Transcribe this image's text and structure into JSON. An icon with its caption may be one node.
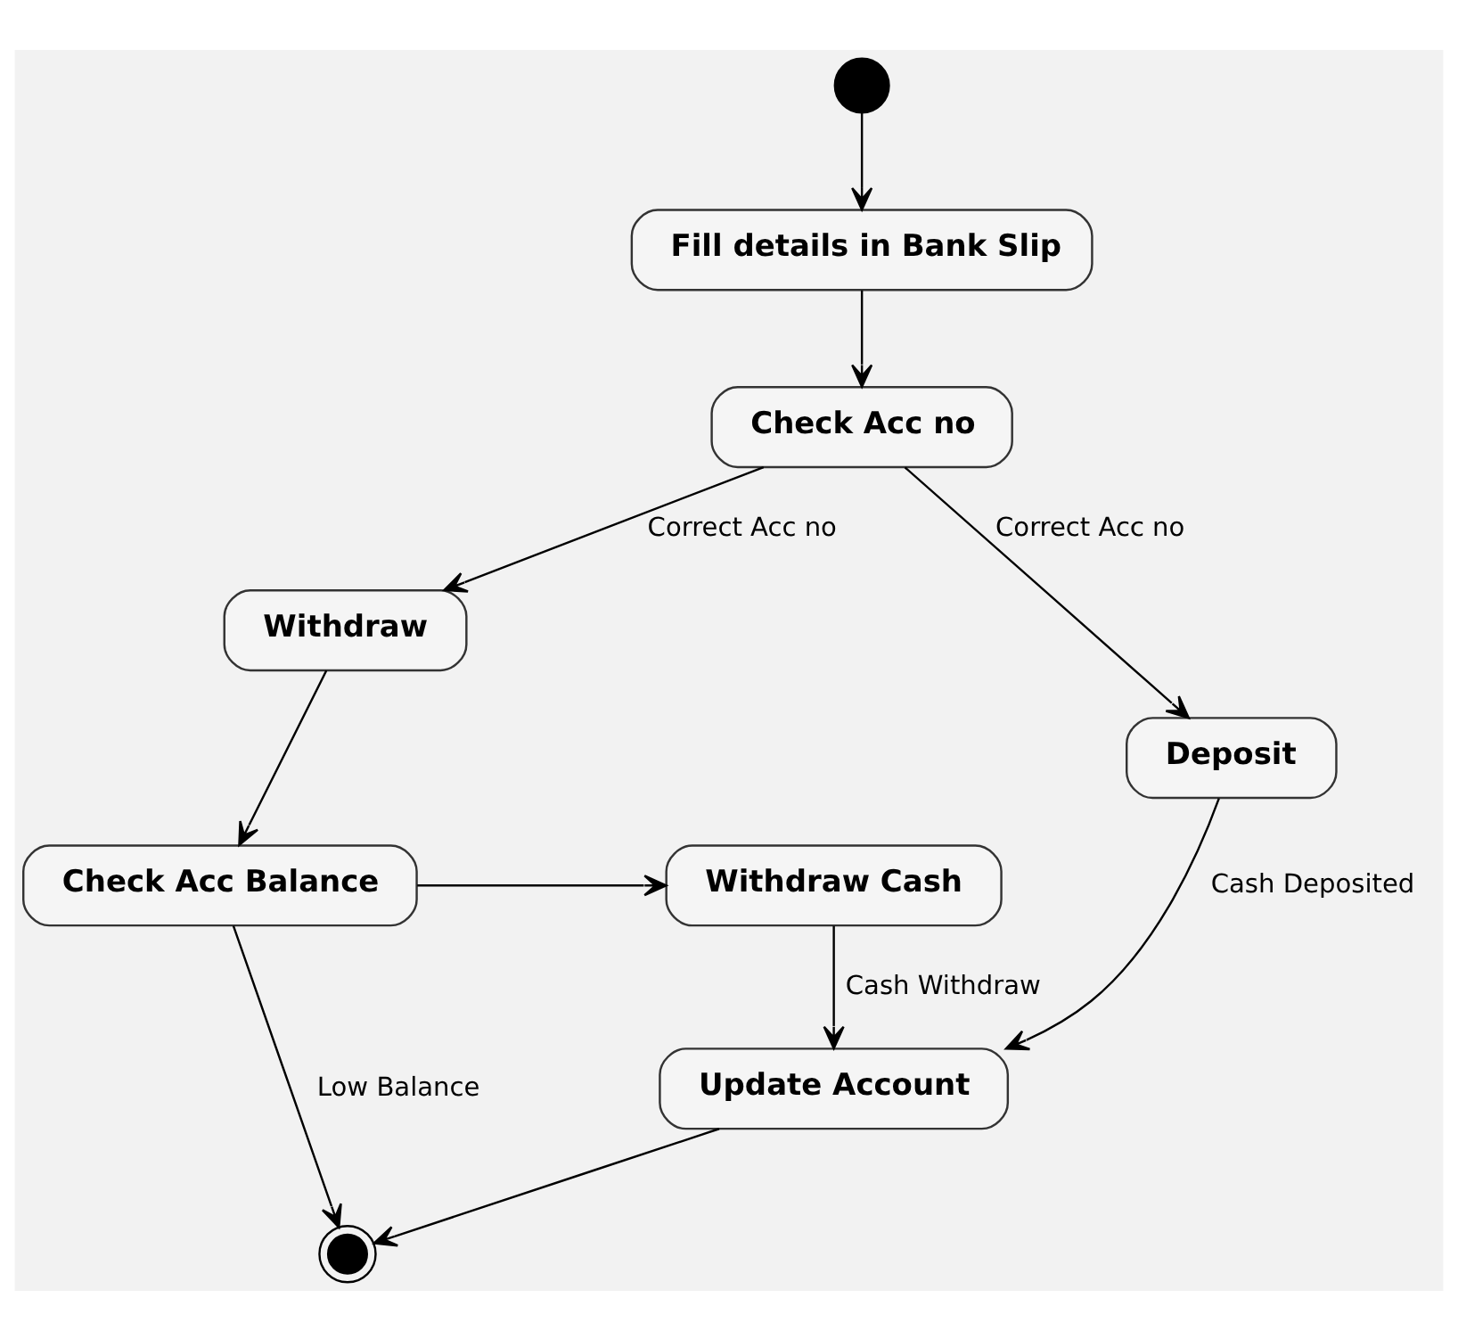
{
  "diagram": {
    "nodes": [
      {
        "text": [],
        "shape": "circle"
      },
      {
        "text": [
          "Fill details in Bank Slip"
        ]
      },
      {
        "text": [
          "Check Acc no"
        ]
      },
      {
        "text": [
          "Deposit"
        ]
      },
      {
        "text": [
          "Withdraw"
        ]
      },
      {
        "text": [
          "Withdraw Cash"
        ]
      },
      {
        "text": [
          "Check Acc Balance"
        ]
      },
      {
        "text": [
          "Update Account"
        ]
      },
      {
        "text": [],
        "shape": "circle"
      }
    ],
    "edges": [
      {
        "from": 0,
        "to": 1,
        "arrow": "to"
      },
      {
        "from": 1,
        "to": 2,
        "arrow": "to"
      },
      {
        "from": 2,
        "to": 3,
        "arrow": "to",
        "label": "Correct Acc no"
      },
      {
        "from": 2,
        "to": 4,
        "arrow": "to",
        "label": "Correct Acc no"
      },
      {
        "from": 3,
        "to": 7,
        "arrow": "to",
        "label": "Cash Deposited"
      },
      {
        "from": 4,
        "to": 6,
        "arrow": "to"
      },
      {
        "from": 6,
        "to": 5,
        "arrow": "to"
      },
      {
        "from": 5,
        "to": 7,
        "arrow": "to",
        "label": "Cash Withdraw"
      },
      {
        "from": 7,
        "to": 8,
        "arrow": "to"
      },
      {
        "from": 6,
        "to": 8,
        "arrow": "to",
        "label": "Low Balance"
      }
    ]
  }
}
